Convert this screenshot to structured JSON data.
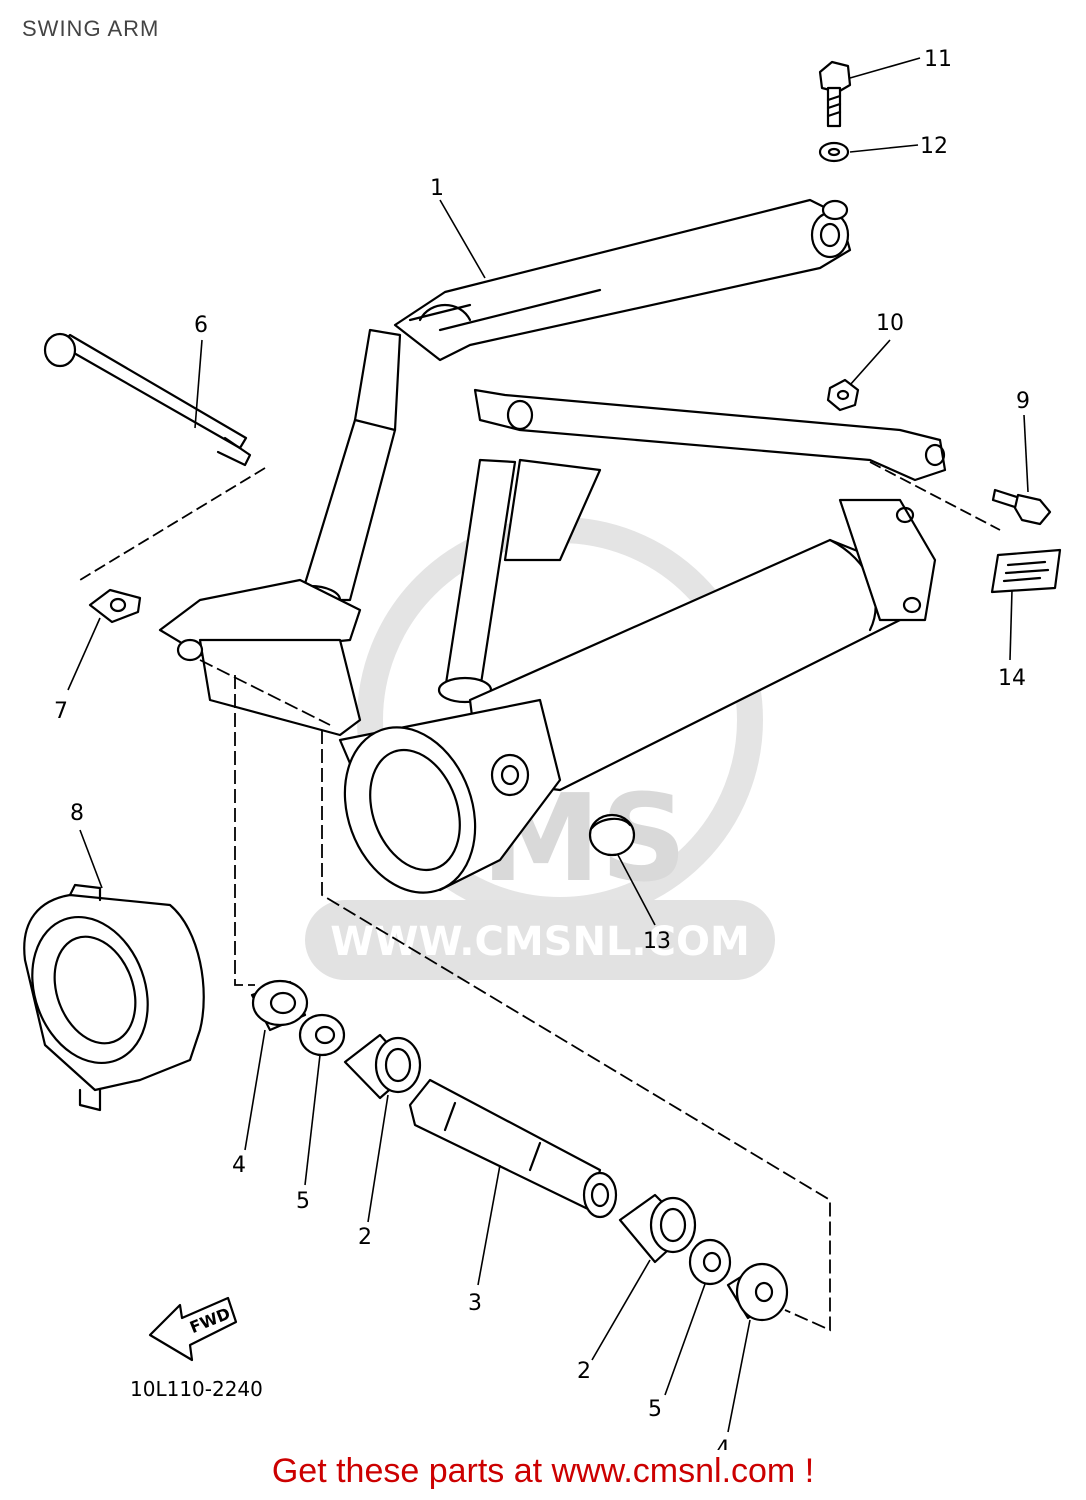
{
  "title": "SWING ARM",
  "drawing_code": "10L110-2240",
  "fwd_label": "FWD",
  "watermark": {
    "brand": "CMS",
    "url": "WWW.CMSNL.COM"
  },
  "footer": "Get these parts at www.cmsnl.com !",
  "colors": {
    "footer": "#cc0000",
    "title": "#444444",
    "watermark": "#d9d9d9"
  },
  "callouts": {
    "c1": "1",
    "c2a": "2",
    "c2b": "2",
    "c3": "3",
    "c4a": "4",
    "c4b": "4",
    "c5a": "5",
    "c5b": "5",
    "c6": "6",
    "c7": "7",
    "c8": "8",
    "c9": "9",
    "c10": "10",
    "c11": "11",
    "c12": "12",
    "c13": "13",
    "c14": "14"
  }
}
